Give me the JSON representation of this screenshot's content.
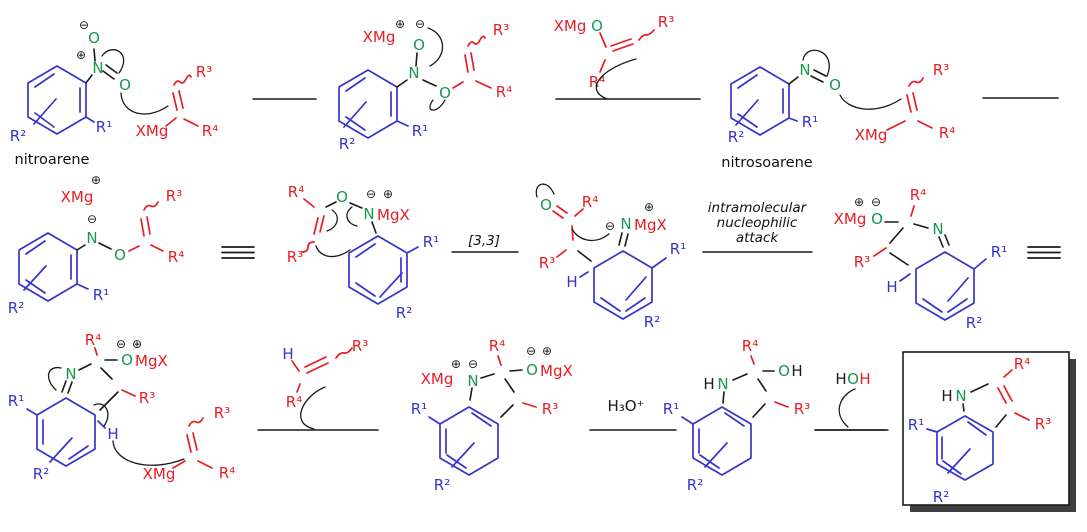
{
  "colors": {
    "aryl_blue": "#3434cb",
    "vinyl_red": "#e71d25",
    "heteroatom_green": "#17984f",
    "arrow_black": "#1a1a1a"
  },
  "atoms": {
    "r1": "R¹",
    "r2": "R²",
    "r3": "R³",
    "r4": "R⁴",
    "n": "N",
    "o": "O",
    "h": "H",
    "xmg": "XMg",
    "mgx": "MgX",
    "plus": "⊕",
    "minus": "⊖"
  },
  "captions": {
    "nitroarene": "nitroarene",
    "nitrosoarene": "nitrosoarene",
    "rearrangement": "[3,3]",
    "note1": "intramolecular",
    "note2": "nucleophilic",
    "note3": "attack",
    "acid": "H₃O⁺"
  },
  "water": {
    "h1": "H",
    "o": "O",
    "h2": "H"
  }
}
